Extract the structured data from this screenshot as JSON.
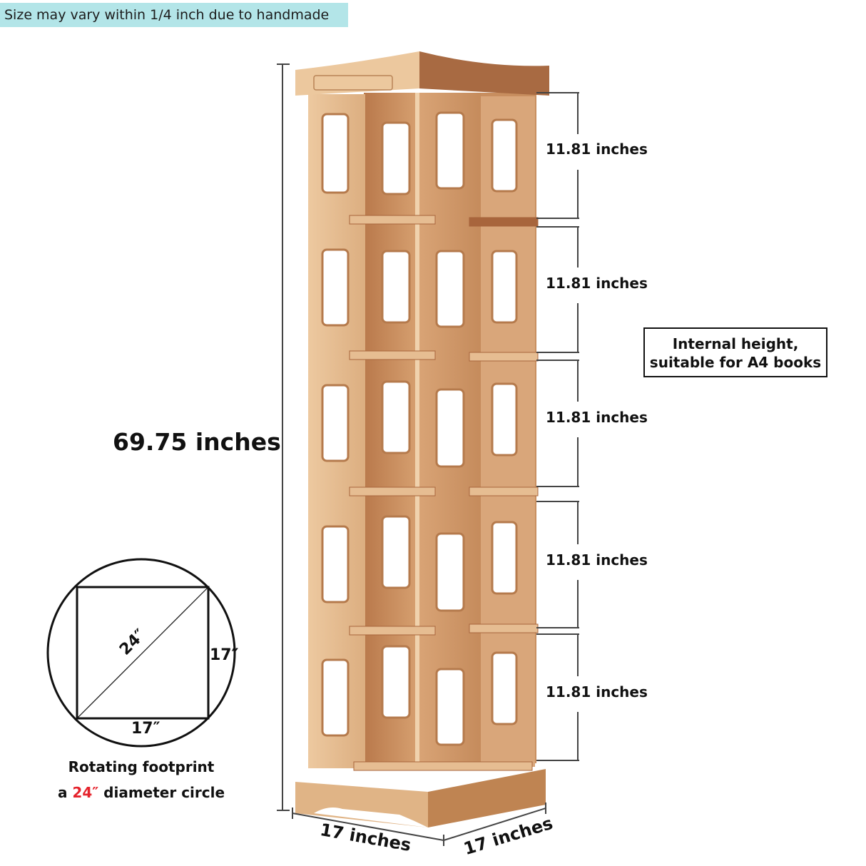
{
  "banner": {
    "text": "Size may vary within 1/4 inch due to handmade",
    "background": "#b3e5e8"
  },
  "total_height": {
    "label": "69.75 inches"
  },
  "shelf_heights": [
    {
      "label": "11.81 inches"
    },
    {
      "label": "11.81 inches"
    },
    {
      "label": "11.81 inches"
    },
    {
      "label": "11.81 inches"
    },
    {
      "label": "11.81 inches"
    }
  ],
  "note": {
    "line1": "Internal height,",
    "line2": "suitable for A4 books"
  },
  "footprint": {
    "diagonal_label": "24″",
    "side_label_right": "17″",
    "side_label_bottom": "17″",
    "caption_line1": "Rotating footprint",
    "caption_prefix": "a",
    "caption_highlight": "24″",
    "caption_suffix": "diameter circle",
    "highlight_color": "#e5232c"
  },
  "base_dimensions": {
    "width_label": "17 inches",
    "depth_label": "17 inches"
  },
  "product": {
    "name": "rotating wooden bookshelf",
    "tiers": 5,
    "wood_light": "#e3b88e",
    "wood_dark": "#a8653c"
  }
}
